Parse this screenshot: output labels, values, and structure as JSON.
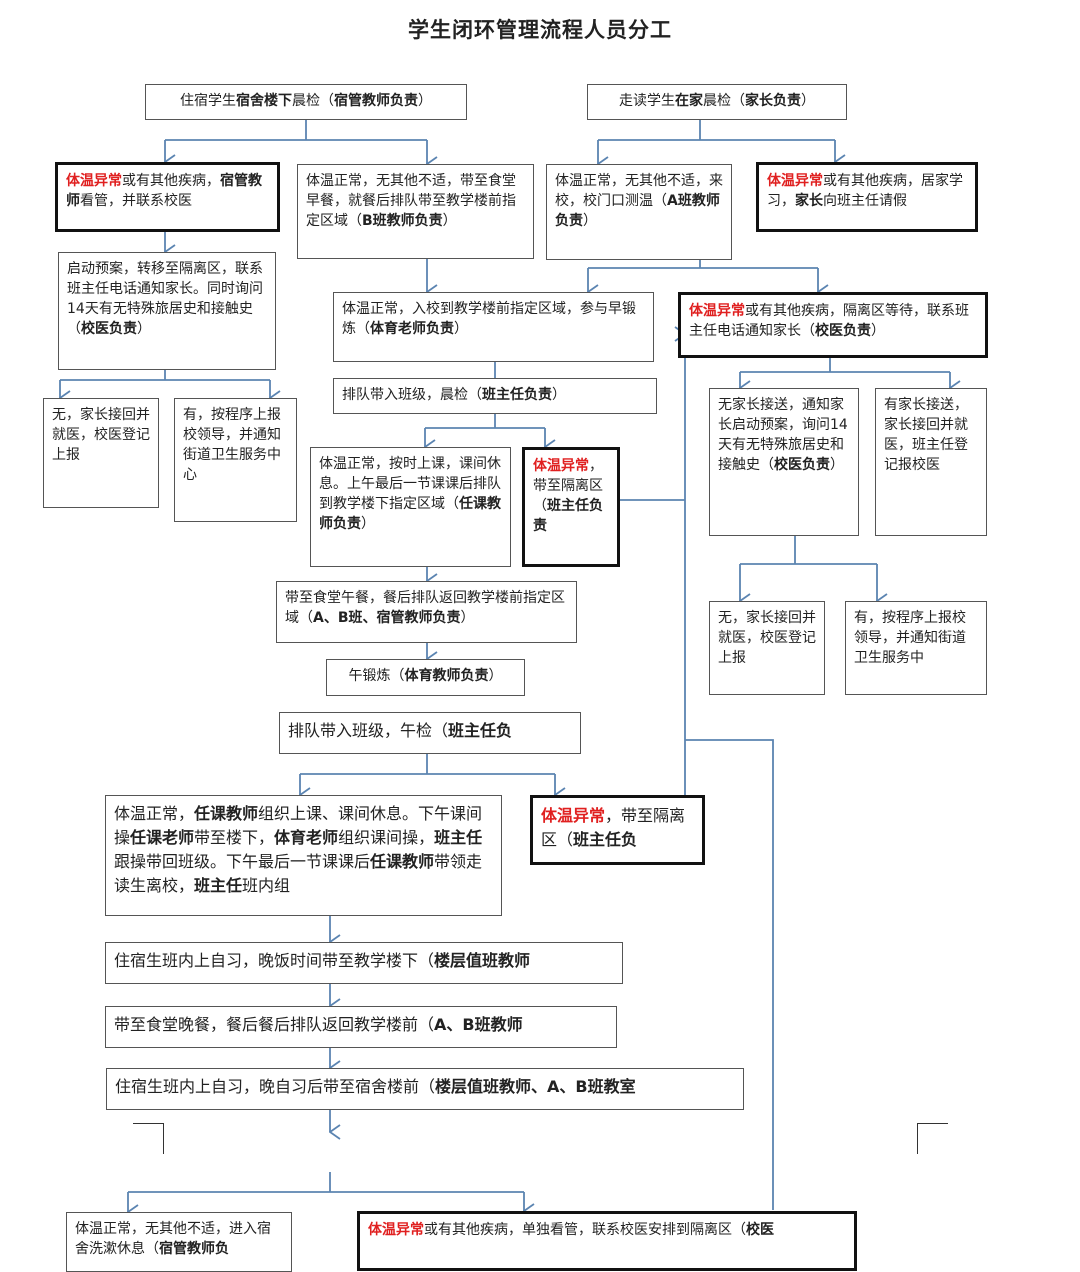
{
  "title": "学生闭环管理流程人员分工",
  "colors": {
    "arrow": "#5b84b1",
    "alert": "#e02020",
    "border": "#555555"
  },
  "boxes": {
    "dorm_check": [
      {
        "t": "住宿学生"
      },
      {
        "t": "宿舍楼下",
        "b": 1
      },
      {
        "t": "晨检（"
      },
      {
        "t": "宿管教师负责",
        "b": 1
      },
      {
        "t": "）"
      }
    ],
    "home_check": [
      {
        "t": "走读学生"
      },
      {
        "t": "在家",
        "b": 1
      },
      {
        "t": "晨检（"
      },
      {
        "t": "家长负责",
        "b": 1
      },
      {
        "t": "）"
      }
    ],
    "dorm_abnormal": [
      {
        "t": "体温异常",
        "r": 1
      },
      {
        "t": "或有其他疾病，"
      },
      {
        "t": "宿管教师",
        "b": 1
      },
      {
        "t": "看管，并联系校医"
      }
    ],
    "dorm_normal": [
      {
        "t": "体温正常，无其他不适，带至食堂早餐，就餐后排队带至教学楼前指定区域（"
      },
      {
        "t": "B班教师负责",
        "b": 1
      },
      {
        "t": "）"
      }
    ],
    "home_normal": [
      {
        "t": "体温正常，无其他不适，来校，校门口测温（"
      },
      {
        "t": "A班教师负责",
        "b": 1
      },
      {
        "t": "）"
      }
    ],
    "home_abnormal": [
      {
        "t": "体温异常",
        "r": 1
      },
      {
        "t": "或有其他疾病，居家学习，"
      },
      {
        "t": "家长",
        "b": 1
      },
      {
        "t": "向班主任请假"
      }
    ],
    "plan_left": [
      {
        "t": "启动预案，转移至隔离区，联系班主任电话通知家长。同时询问14天有无特殊旅居史和接触史（"
      },
      {
        "t": "校医负责",
        "b": 1
      },
      {
        "t": "）"
      }
    ],
    "enter_school": [
      {
        "t": "体温正常，入校到教学楼前指定区域，参与早锻炼（"
      },
      {
        "t": "体育老师负责",
        "b": 1
      },
      {
        "t": "）"
      }
    ],
    "iso_wait": [
      {
        "t": "体温异常",
        "r": 1
      },
      {
        "t": "或有其他疾病，隔离区等待，联系班主任电话通知家长（"
      },
      {
        "t": "校医负责",
        "b": 1
      },
      {
        "t": "）"
      }
    ],
    "no_left": [
      {
        "t": "无，家长接回并就医，校医登记上报"
      }
    ],
    "yes_left": [
      {
        "t": "有，按程序上报校领导，并通知街道卫生服务中心"
      }
    ],
    "morning_class": [
      {
        "t": "排队带入班级，晨检（"
      },
      {
        "t": "班主任负责",
        "b": 1
      },
      {
        "t": "）"
      }
    ],
    "no_pickup": [
      {
        "t": "无家长接送，通知家长启动预案，询问14天有无特殊旅居史和接触史（"
      },
      {
        "t": "校医负责",
        "b": 1
      },
      {
        "t": "）"
      }
    ],
    "has_pickup": [
      {
        "t": "有家长接送，家长接回并就医，班主任登记报校医"
      }
    ],
    "class_am": [
      {
        "t": "体温正常，按时上课，课间休息。上午最后一节课课后排队到教学楼下指定区域（"
      },
      {
        "t": "任课教师负责",
        "b": 1
      },
      {
        "t": "）"
      }
    ],
    "abn_am": [
      {
        "t": "体温异常",
        "r": 1
      },
      {
        "t": "，带至隔离区（"
      },
      {
        "t": "班主任负责",
        "b": 1
      }
    ],
    "lunch": [
      {
        "t": "带至食堂午餐，餐后排队返回教学楼前指定区域（"
      },
      {
        "t": "A、B班、宿管教师负责",
        "b": 1
      },
      {
        "t": "）"
      }
    ],
    "no_right": [
      {
        "t": "无，家长接回并就医，校医登记上报"
      }
    ],
    "yes_right": [
      {
        "t": "有，按程序上报校领导，并通知街道卫生服务中"
      }
    ],
    "noon_exercise": [
      {
        "t": "午锻炼（"
      },
      {
        "t": "体育教师负责",
        "b": 1
      },
      {
        "t": "）"
      }
    ],
    "noon_check": [
      {
        "t": "排队带入班级，午检（"
      },
      {
        "t": "班主任负",
        "b": 1
      }
    ],
    "afternoon": [
      {
        "t": "体温正常，"
      },
      {
        "t": "任课教师",
        "b": 1
      },
      {
        "t": "组织上课、课间休息。下午课间操"
      },
      {
        "t": "任课老师",
        "b": 1
      },
      {
        "t": "带至楼下，"
      },
      {
        "t": "体育老师",
        "b": 1
      },
      {
        "t": "组织课间操，"
      },
      {
        "t": "班主任",
        "b": 1
      },
      {
        "t": "跟操带回班级。下午最后一节课课后"
      },
      {
        "t": "任课教师",
        "b": 1
      },
      {
        "t": "带领走读生离校，"
      },
      {
        "t": "班主任",
        "b": 1
      },
      {
        "t": "班内组"
      }
    ],
    "abn_pm": [
      {
        "t": "体温异常",
        "r": 1
      },
      {
        "t": "，带至隔离区（"
      },
      {
        "t": "班主任负",
        "b": 1
      }
    ],
    "self_study": [
      {
        "t": "住宿生班内上自习，晚饭时间带至教学楼下（"
      },
      {
        "t": "楼层值班教师",
        "b": 1
      }
    ],
    "dinner": [
      {
        "t": "带至食堂晚餐，餐后餐后排队返回教学楼前（"
      },
      {
        "t": "A、B班教师",
        "b": 1
      }
    ],
    "evening": [
      {
        "t": "住宿生班内上自习，晚自习后带至宿舍楼前（"
      },
      {
        "t": "楼层值班教师、A、B班教室",
        "b": 1
      }
    ],
    "dorm_rest": [
      {
        "t": "体温正常，无其他不适，进入宿舍洗漱休息（"
      },
      {
        "t": "宿管教师负",
        "b": 1
      }
    ],
    "final_abn": [
      {
        "t": "体温异常",
        "r": 1
      },
      {
        "t": "或有其他疾病，单独看管，联系校医安排到隔离区（"
      },
      {
        "t": "校医",
        "b": 1
      }
    ]
  }
}
